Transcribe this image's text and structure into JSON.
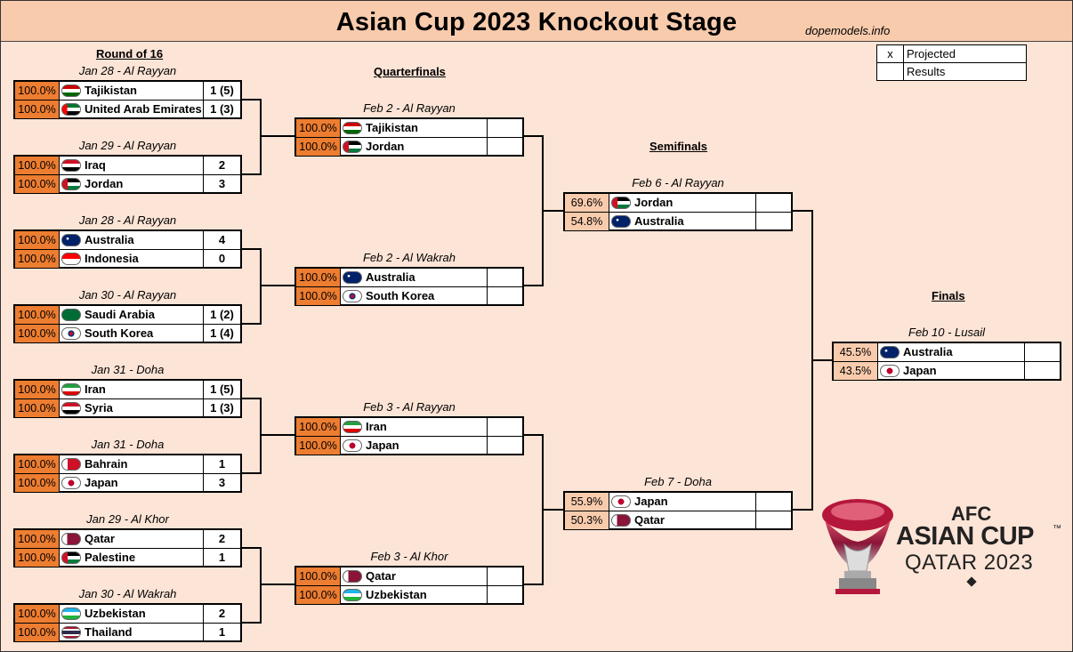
{
  "header": {
    "title": "Asian Cup 2023 Knockout Stage",
    "site": "dopemodels.info"
  },
  "legend": {
    "projected_mark": "x",
    "projected": "Projected",
    "results_mark": "",
    "results": "Results"
  },
  "rounds": {
    "r16": "Round of 16",
    "qf": "Quarterfinals",
    "sf": "Semifinals",
    "final": "Finals"
  },
  "matches": [
    {
      "date": "Jan 28 - Al Rayyan",
      "t1": {
        "pct": "100.0%",
        "name": "Tajikistan",
        "score": "1 (5)",
        "flag": "tajikistan"
      },
      "t2": {
        "pct": "100.0%",
        "name": "United Arab Emirates",
        "score": "1 (3)",
        "flag": "uae"
      }
    },
    {
      "date": "Jan 29 - Al Rayyan",
      "t1": {
        "pct": "100.0%",
        "name": "Iraq",
        "score": "2",
        "flag": "iraq"
      },
      "t2": {
        "pct": "100.0%",
        "name": "Jordan",
        "score": "3",
        "flag": "jordan"
      }
    },
    {
      "date": "Jan 28 - Al Rayyan",
      "t1": {
        "pct": "100.0%",
        "name": "Australia",
        "score": "4",
        "flag": "australia"
      },
      "t2": {
        "pct": "100.0%",
        "name": "Indonesia",
        "score": "0",
        "flag": "indonesia"
      }
    },
    {
      "date": "Jan 30 - Al Rayyan",
      "t1": {
        "pct": "100.0%",
        "name": "Saudi Arabia",
        "score": "1 (2)",
        "flag": "saudi"
      },
      "t2": {
        "pct": "100.0%",
        "name": "South Korea",
        "score": "1 (4)",
        "flag": "korea"
      }
    },
    {
      "date": "Jan 31 - Doha",
      "t1": {
        "pct": "100.0%",
        "name": "Iran",
        "score": "1 (5)",
        "flag": "iran"
      },
      "t2": {
        "pct": "100.0%",
        "name": "Syria",
        "score": "1 (3)",
        "flag": "syria"
      }
    },
    {
      "date": "Jan 31 - Doha",
      "t1": {
        "pct": "100.0%",
        "name": "Bahrain",
        "score": "1",
        "flag": "bahrain"
      },
      "t2": {
        "pct": "100.0%",
        "name": "Japan",
        "score": "3",
        "flag": "japan"
      }
    },
    {
      "date": "Jan 29 - Al Khor",
      "t1": {
        "pct": "100.0%",
        "name": "Qatar",
        "score": "2",
        "flag": "qatar"
      },
      "t2": {
        "pct": "100.0%",
        "name": "Palestine",
        "score": "1",
        "flag": "palestine"
      }
    },
    {
      "date": "Jan 30 - Al Wakrah",
      "t1": {
        "pct": "100.0%",
        "name": "Uzbekistan",
        "score": "2",
        "flag": "uzbekistan"
      },
      "t2": {
        "pct": "100.0%",
        "name": "Thailand",
        "score": "1",
        "flag": "thailand"
      }
    },
    {
      "date": "Feb 2  - Al Rayyan",
      "t1": {
        "pct": "100.0%",
        "name": "Tajikistan",
        "score": "",
        "flag": "tajikistan"
      },
      "t2": {
        "pct": "100.0%",
        "name": "Jordan",
        "score": "",
        "flag": "jordan"
      }
    },
    {
      "date": "Feb 2 - Al Wakrah",
      "t1": {
        "pct": "100.0%",
        "name": "Australia",
        "score": "",
        "flag": "australia"
      },
      "t2": {
        "pct": "100.0%",
        "name": "South Korea",
        "score": "",
        "flag": "korea"
      }
    },
    {
      "date": "Feb 3 - Al Rayyan",
      "t1": {
        "pct": "100.0%",
        "name": "Iran",
        "score": "",
        "flag": "iran"
      },
      "t2": {
        "pct": "100.0%",
        "name": "Japan",
        "score": "",
        "flag": "japan"
      }
    },
    {
      "date": "Feb 3 - Al Khor",
      "t1": {
        "pct": "100.0%",
        "name": "Qatar",
        "score": "",
        "flag": "qatar"
      },
      "t2": {
        "pct": "100.0%",
        "name": "Uzbekistan",
        "score": "",
        "flag": "uzbekistan"
      }
    },
    {
      "date": "Feb 6 - Al Rayyan",
      "t1": {
        "pct": "69.6%",
        "name": "Jordan",
        "score": "",
        "flag": "jordan"
      },
      "t2": {
        "pct": "54.8%",
        "name": "Australia",
        "score": "",
        "flag": "australia"
      }
    },
    {
      "date": "Feb 7 - Doha",
      "t1": {
        "pct": "55.9%",
        "name": "Japan",
        "score": "",
        "flag": "japan"
      },
      "t2": {
        "pct": "50.3%",
        "name": "Qatar",
        "score": "",
        "flag": "qatar"
      }
    },
    {
      "date": "Feb 10 - Lusail",
      "t1": {
        "pct": "45.5%",
        "name": "Australia",
        "score": "",
        "flag": "australia"
      },
      "t2": {
        "pct": "43.5%",
        "name": "Japan",
        "score": "",
        "flag": "japan"
      }
    }
  ],
  "logo": {
    "line1": "AFC",
    "line2": "ASIAN CUP",
    "tm": "™",
    "line3": "QATAR 2023"
  },
  "colors": {
    "pct_full": "#ed7d31",
    "pct_partial": "#f8cbad",
    "background": "#fce4d6"
  }
}
